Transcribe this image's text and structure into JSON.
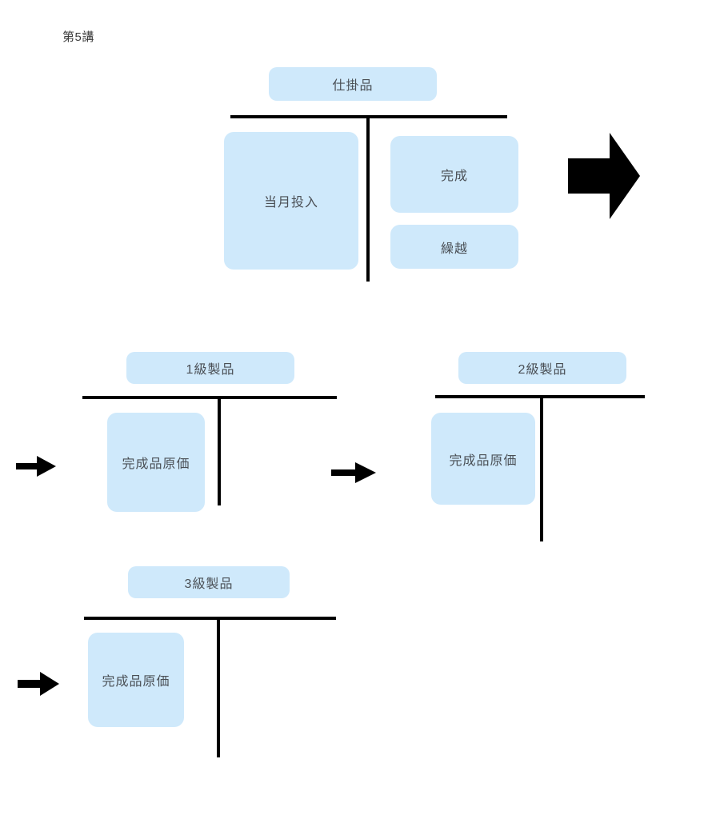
{
  "page": {
    "title": "第5講",
    "background": "#ffffff",
    "box_fill": "#cfe9fb",
    "line_color": "#000000",
    "text_color": "#4a4f55"
  },
  "diagram": {
    "type": "t-account-flow",
    "accounts": [
      {
        "id": "wip",
        "header": "仕掛品",
        "debit_entries": [
          "当月投入"
        ],
        "credit_entries": [
          "完成",
          "繰越"
        ]
      },
      {
        "id": "grade-1",
        "header": "1級製品",
        "debit_entries": [
          "完成品原価"
        ],
        "credit_entries": []
      },
      {
        "id": "grade-2",
        "header": "2級製品",
        "debit_entries": [
          "完成品原価"
        ],
        "credit_entries": []
      },
      {
        "id": "grade-3",
        "header": "3級製品",
        "debit_entries": [
          "完成品原価"
        ],
        "credit_entries": []
      }
    ],
    "arrows": [
      {
        "id": "arrow-from-wip",
        "style": "block",
        "direction": "right"
      },
      {
        "id": "arrow-to-grade-1",
        "style": "line",
        "direction": "right"
      },
      {
        "id": "arrow-to-grade-2",
        "style": "line",
        "direction": "right"
      },
      {
        "id": "arrow-to-grade-3",
        "style": "line",
        "direction": "right"
      }
    ]
  }
}
